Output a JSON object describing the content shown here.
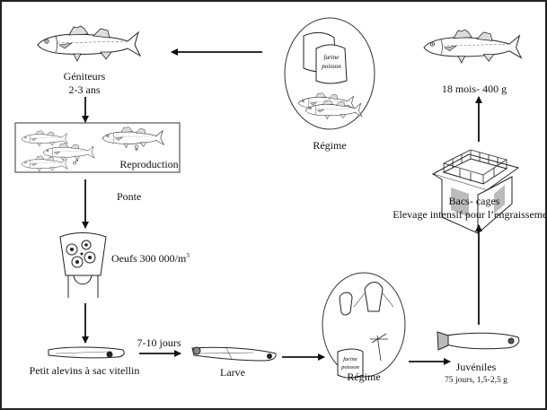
{
  "geniteurs": {
    "label": "Géniteurs",
    "age": "2-3 ans"
  },
  "regime_top": {
    "label": "Régime",
    "bag_text": [
      "farine",
      "poisson"
    ]
  },
  "adult": {
    "label": "18 mois- 400 g"
  },
  "reproduction": {
    "label": "Reproduction",
    "male_symbol": "♂",
    "female_symbol": "♀"
  },
  "ponte": {
    "label": "Ponte"
  },
  "oeufs": {
    "label": "Oeufs 300 000/m",
    "exponent": "3"
  },
  "cages": {
    "label": "Bacs- cages",
    "sublabel": "Elevage intensif pour l’engraissement"
  },
  "alevins": {
    "label": "Petit alevins à sac vitellin"
  },
  "duration": {
    "label": "7-10 jours"
  },
  "larve": {
    "label": "Larve"
  },
  "regime_bottom": {
    "label": "Régime",
    "bag_text": [
      "farine",
      "poisson"
    ]
  },
  "juveniles": {
    "label": "Juvéniles",
    "sublabel": "75 jours, 1,5-2,5 g"
  }
}
